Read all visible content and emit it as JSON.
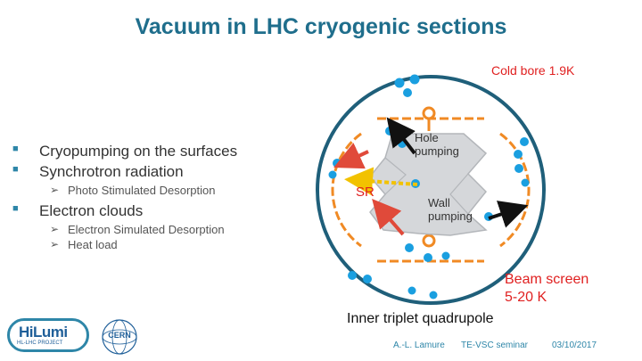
{
  "slide": {
    "title": "Vacuum in LHC cryogenic sections"
  },
  "bullets": [
    {
      "text": "Cryopumping on the surfaces",
      "sub": []
    },
    {
      "text": "Synchrotron radiation",
      "sub": [
        "Photo Stimulated Desorption"
      ]
    },
    {
      "text": "Electron clouds",
      "sub": [
        "Electron Simulated Desorption",
        "Heat load"
      ]
    }
  ],
  "diagram": {
    "cold_bore_label": "Cold bore 1.9K",
    "hole_pumping_label": [
      "Hole",
      "pumping"
    ],
    "wall_pumping_label": [
      "Wall",
      "pumping"
    ],
    "sr_label": "SR",
    "beam_screen_label": [
      "Beam screen",
      "5-20 K"
    ],
    "triplet_label": "Inner triplet quadrupole",
    "colors": {
      "cold_bore": "#1f5f7a",
      "beam_screen": "#f08a24",
      "gas": "#1a9fe0",
      "red_arrow": "#e04a3a",
      "sr": "#f2c200"
    }
  },
  "footer": {
    "author": "A.-L. Lamure",
    "event": "TE-VSC seminar",
    "date": "03/10/2017"
  },
  "logos": {
    "hilumi_text": "HiLumi",
    "hilumi_sub": "HL-LHC PROJECT",
    "cern_text": "CERN"
  }
}
